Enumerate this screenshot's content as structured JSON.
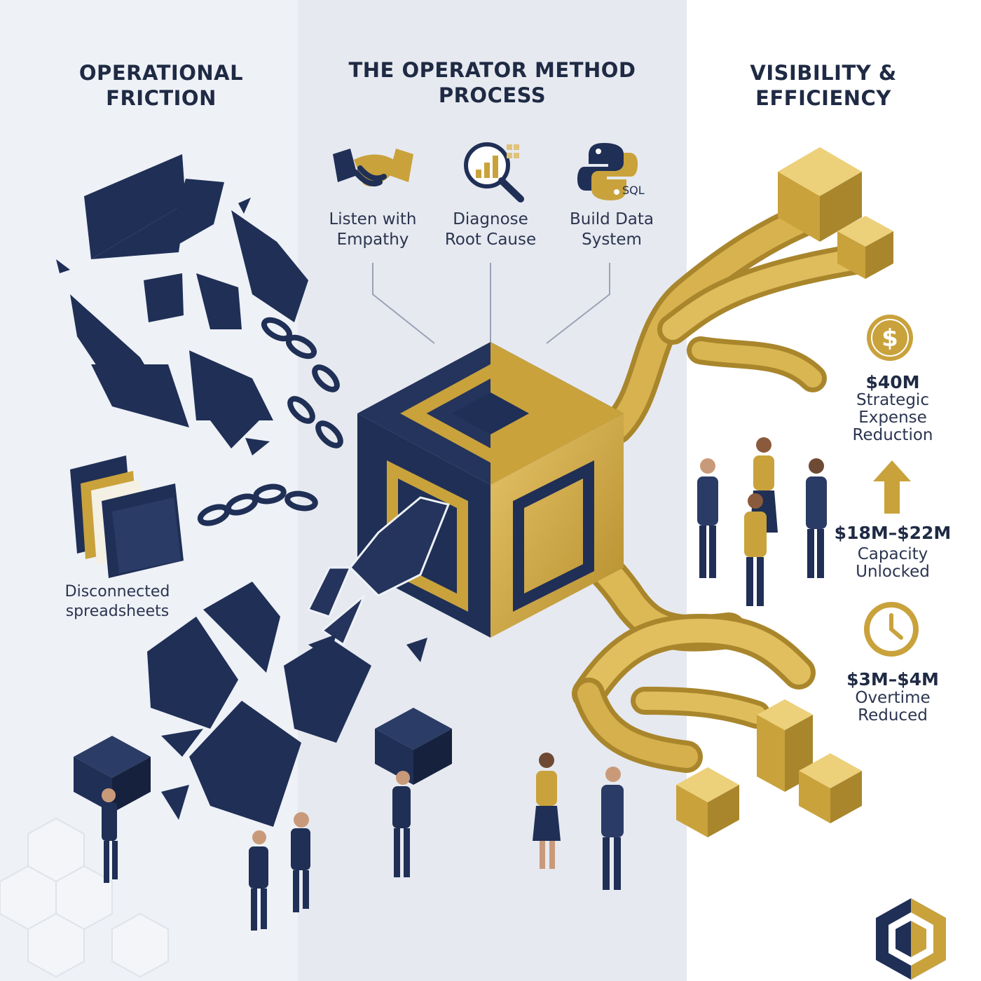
{
  "columns": {
    "left": {
      "heading": "OPERATIONAL\nFRICTION"
    },
    "middle": {
      "heading": "THE OPERATOR METHOD\nPROCESS"
    },
    "right": {
      "heading": "VISIBILITY &\nEFFICIENCY"
    }
  },
  "process_steps": [
    {
      "label": "Listen with\nEmpathy",
      "icon": "handshake-icon"
    },
    {
      "label": "Diagnose\nRoot Cause",
      "icon": "magnifier-chart-icon"
    },
    {
      "label": "Build Data\nSystem",
      "icon": "python-sql-icon",
      "icon_text": "SQL"
    }
  ],
  "friction_label": "Disconnected\nspreadsheets",
  "metrics": [
    {
      "value": "$40M",
      "label": "Strategic\nExpense\nReduction",
      "icon": "dollar-coin-icon"
    },
    {
      "value": "$18M–$22M",
      "label": "Capacity\nUnlocked",
      "icon": "arrow-up-icon"
    },
    {
      "value": "$3M–$4M",
      "label": "Overtime\nReduced",
      "icon": "clock-icon"
    }
  ],
  "colors": {
    "navy": "#1f2f56",
    "navy_dark": "#16213d",
    "gold": "#c9a23c",
    "gold_light": "#e2c063",
    "gold_dark": "#a07d25",
    "bg_left": "#eef1f6",
    "bg_mid": "#e6e9ef"
  }
}
